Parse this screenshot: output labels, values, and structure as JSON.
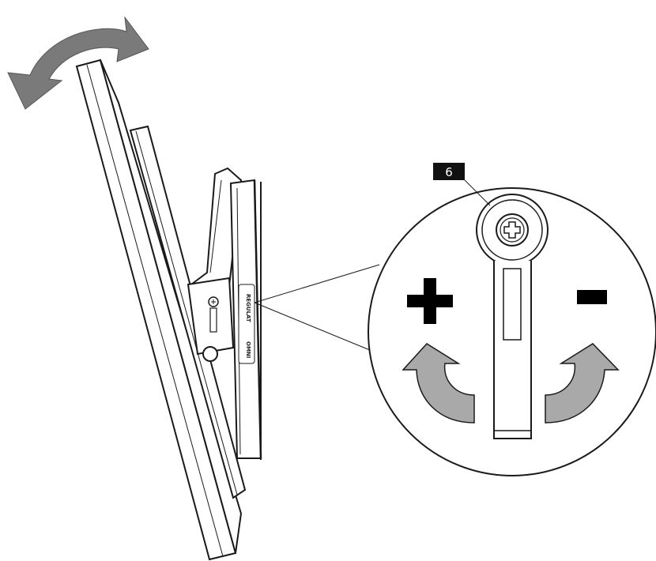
{
  "callout": {
    "number": "6"
  },
  "detail": {
    "plus_sign": "+",
    "minus_sign": "-"
  },
  "bracket": {
    "side_label": "REGULAT",
    "side_label_2": "OMNI"
  },
  "colors": {
    "line": "#1a1a1a",
    "arrow_fill": "#a9a9a9",
    "arrow_dark": "#7a7a7a",
    "callout_bg": "#111111"
  },
  "icons": {
    "tilt_arrow": "curved-double-arrow-icon",
    "screw": "phillips-screw-icon",
    "rotate_left": "curved-arrow-left-icon",
    "rotate_right": "curved-arrow-right-icon"
  }
}
